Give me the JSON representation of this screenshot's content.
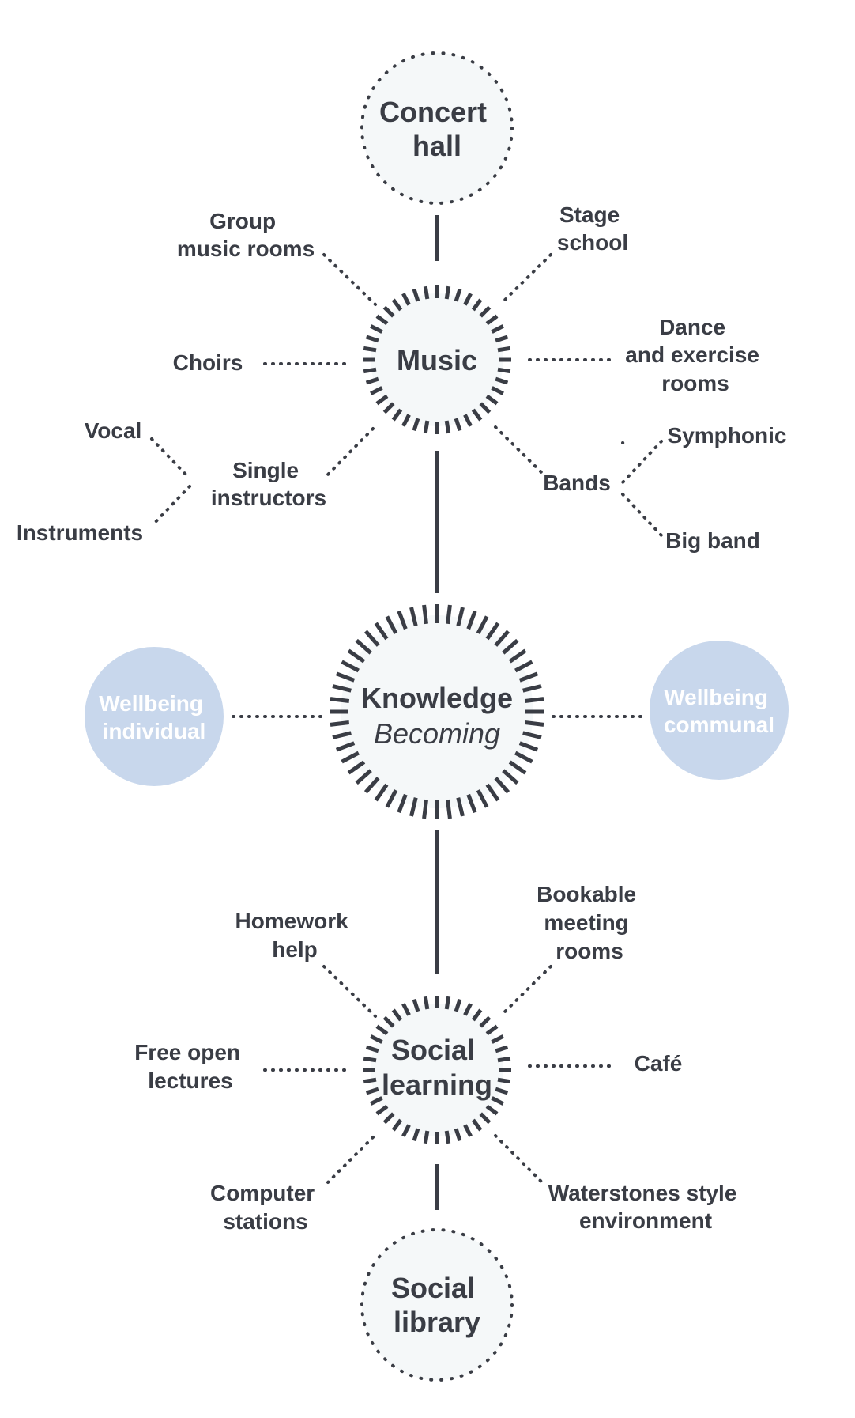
{
  "nodes": {
    "concert_hall": [
      "Concert",
      "hall"
    ],
    "music": [
      "Music"
    ],
    "knowledge": [
      "Knowledge"
    ],
    "becoming": "Becoming",
    "social_learning": [
      "Social",
      "learning"
    ],
    "social_library": [
      "Social",
      "library"
    ],
    "wellbeing_individual": [
      "Wellbeing",
      "individual"
    ],
    "wellbeing_communal": [
      "Wellbeing",
      "communal"
    ]
  },
  "music_branches": {
    "group_music_rooms": [
      "Group",
      "music rooms"
    ],
    "stage_school": [
      "Stage",
      "school"
    ],
    "choirs": [
      "Choirs"
    ],
    "dance_rooms": [
      "Dance",
      "and exercise",
      "rooms"
    ],
    "single_instructors": [
      "Single",
      "instructors"
    ],
    "vocal": [
      "Vocal"
    ],
    "instruments": [
      "Instruments"
    ],
    "bands": [
      "Bands"
    ],
    "symphonic": [
      "Symphonic"
    ],
    "big_band": [
      "Big band"
    ]
  },
  "learning_branches": {
    "homework_help": [
      "Homework",
      "help"
    ],
    "bookable_rooms": [
      "Bookable",
      "meeting",
      "rooms"
    ],
    "free_lectures": [
      "Free open",
      "lectures"
    ],
    "cafe": [
      "Café"
    ],
    "computer_stations": [
      "Computer",
      "stations"
    ],
    "waterstones": [
      "Waterstones style",
      "environment"
    ]
  },
  "colors": {
    "ink": "#3a3d45",
    "node_fill": "#f5f8f9",
    "wellbeing_fill": "#c8d7ec"
  }
}
